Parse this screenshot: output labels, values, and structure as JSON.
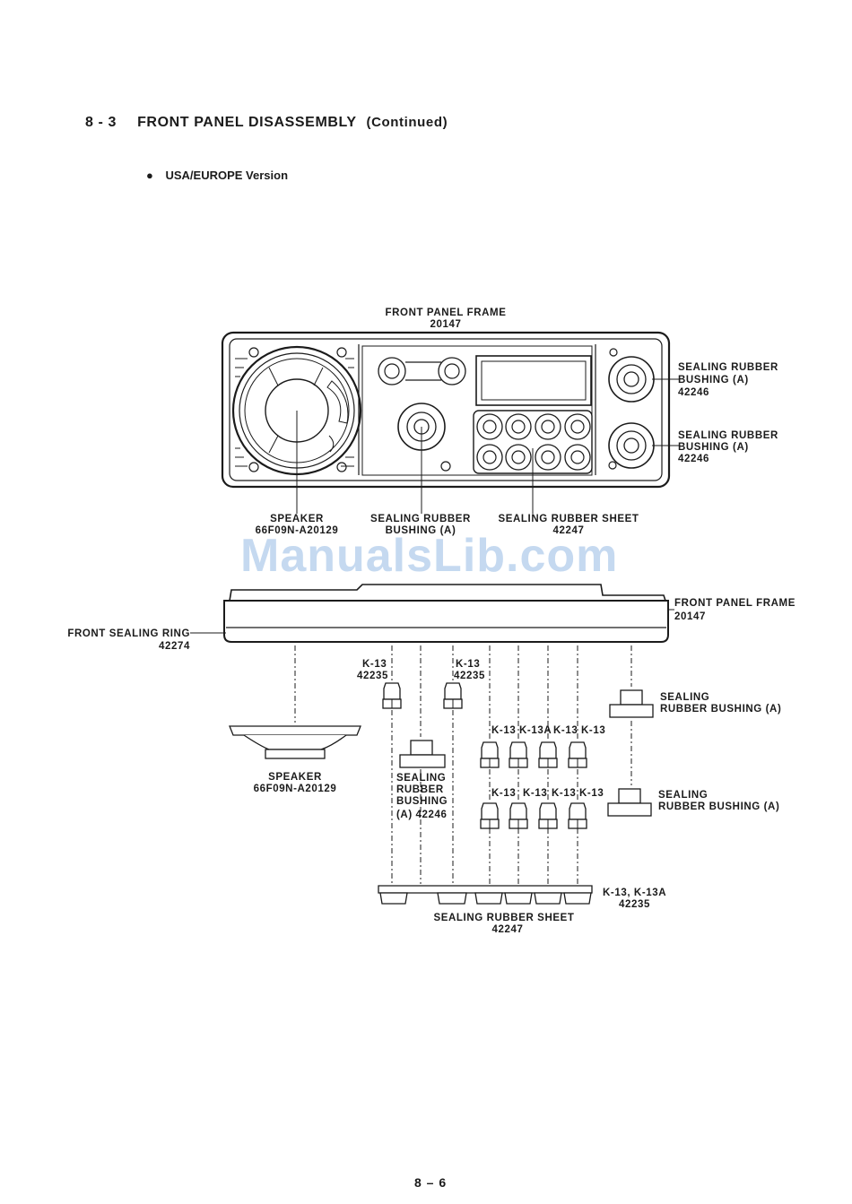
{
  "section": {
    "number": "8 - 3",
    "title": "FRONT PANEL DISASSEMBLY",
    "continued": "(Continued)"
  },
  "version": {
    "bullet": "●",
    "label": "USA/EUROPE Version"
  },
  "watermark": "ManualsLib.com",
  "top_view": {
    "frame": {
      "name": "FRONT PANEL FRAME",
      "part": "20147"
    },
    "bushing_upper": {
      "l1": "SEALING RUBBER",
      "l2": "BUSHING (A)",
      "part": "42246"
    },
    "bushing_lower": {
      "l1": "SEALING RUBBER",
      "l2": "BUSHING (A)",
      "part": "42246"
    },
    "speaker": {
      "name": "SPEAKER",
      "part": "66F09N-A20129"
    },
    "bushing_center": {
      "l1": "SEALING RUBBER",
      "l2": "BUSHING (A)"
    },
    "sheet": {
      "name": "SEALING RUBBER SHEET",
      "part": "42247"
    }
  },
  "exploded_view": {
    "frame": {
      "name": "FRONT PANEL FRAME",
      "part": "20147"
    },
    "ring": {
      "name": "FRONT SEALING RING",
      "part": "42274"
    },
    "k13_left": {
      "name": "K-13",
      "part": "42235"
    },
    "k13_mid": {
      "name": "K-13",
      "part": "42235"
    },
    "key_row1": [
      "K-13",
      "K-13A",
      "K-13",
      "K-13"
    ],
    "key_row2": [
      "K-13",
      "K-13",
      "K-13",
      "K-13"
    ],
    "bushing_upper": {
      "l1": "SEALING",
      "l2": "RUBBER BUSHING (A)"
    },
    "bushing_lower": {
      "l1": "SEALING",
      "l2": "RUBBER BUSHING (A)"
    },
    "speaker": {
      "name": "SPEAKER",
      "part": "66F09N-A20129"
    },
    "bushing_center": {
      "l1": "SEALING",
      "l2": "RUBBER",
      "l3": "BUSHING",
      "l4": "(A) 42246"
    },
    "keys": {
      "name": "K-13, K-13A",
      "part": "42235"
    },
    "sheet": {
      "name": "SEALING RUBBER SHEET",
      "part": "42247"
    }
  },
  "page_number": "8 – 6"
}
